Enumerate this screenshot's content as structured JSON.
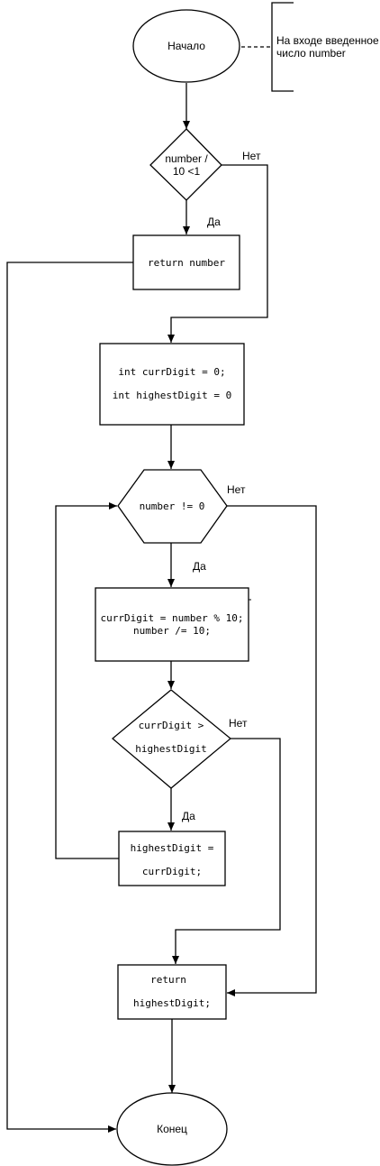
{
  "start": "Начало",
  "input_note": [
    "На входе введенное",
    "число number"
  ],
  "cond1": [
    "number /",
    "10 <1"
  ],
  "return_number": "return number",
  "init": [
    "int currDigit = 0;",
    "int highestDigit = 0"
  ],
  "loop_cond": "number != 0",
  "body": [
    "currDigit = number % 10;",
    "number /= 10;"
  ],
  "cond2": [
    "currDigit >",
    "highestDigit"
  ],
  "assign": [
    "highestDigit =",
    "currDigit;"
  ],
  "return_highest": [
    "return",
    "highestDigit;"
  ],
  "end": "Конец",
  "labels": {
    "no1": "Нет",
    "yes1": "Да",
    "no_loop": "Нет",
    "yes_loop": "Да",
    "no2": "Нет",
    "yes2": "Да"
  }
}
